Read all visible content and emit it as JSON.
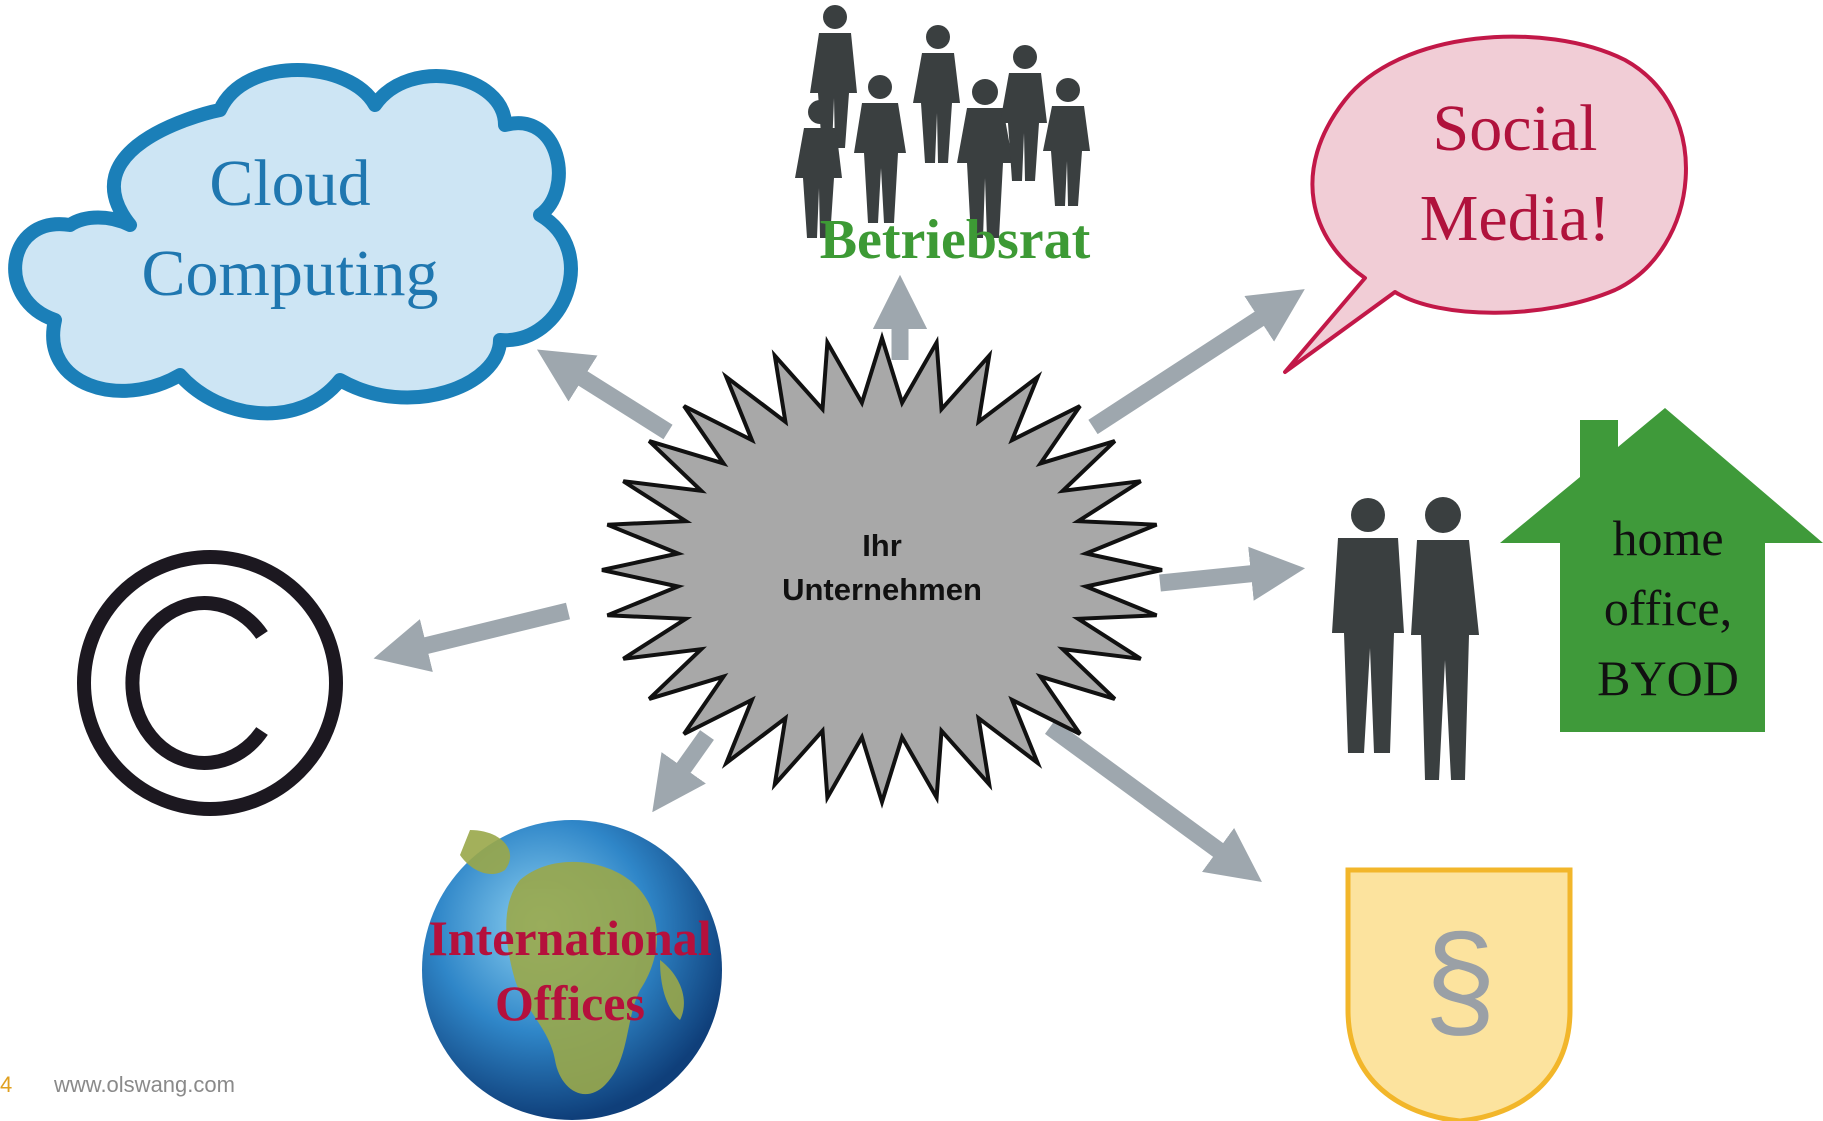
{
  "center": {
    "line1": "Ihr",
    "line2": "Unternehmen"
  },
  "nodes": {
    "cloud": {
      "line1": "Cloud",
      "line2": "Computing"
    },
    "works_council": {
      "label": "Betriebsrat"
    },
    "social_media": {
      "line1": "Social",
      "line2": "Media!"
    },
    "home_office": {
      "line1": "home",
      "line2": "office,",
      "line3": "BYOD"
    },
    "copyright": {
      "symbol": "©"
    },
    "international": {
      "line1": "International",
      "line2": "Offices"
    },
    "law": {
      "symbol": "§"
    }
  },
  "footer": {
    "page_number": "4",
    "url": "www.olswang.com"
  },
  "colors": {
    "cloud_fill": "#cde5f4",
    "cloud_stroke": "#1b7fb8",
    "cloud_text": "#1f77b0",
    "works_council_text": "#3d9a35",
    "speech_fill": "#f1cdd6",
    "speech_stroke": "#c21848",
    "speech_text": "#b0123c",
    "house_fill": "#3f9a3a",
    "silhouette": "#3a3f40",
    "arrow": "#9ea7ae",
    "burst_fill": "#a8a8a8",
    "shield_fill": "#fce39e",
    "shield_stroke": "#f2b62a",
    "paragraph": "#9aa0a6",
    "international_text": "#b5103c",
    "copyright": "#1c1820"
  }
}
